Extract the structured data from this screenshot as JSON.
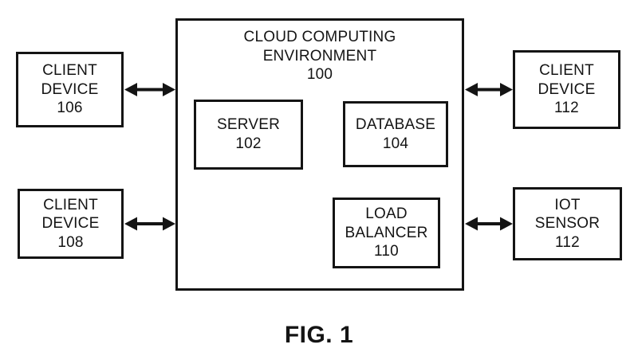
{
  "figure_caption": "FIG. 1",
  "cloud": {
    "title": [
      "CLOUD COMPUTING",
      "ENVIRONMENT"
    ],
    "ref": "100"
  },
  "nodes": {
    "client_106": {
      "lines": [
        "CLIENT",
        "DEVICE"
      ],
      "ref": "106"
    },
    "client_108": {
      "lines": [
        "CLIENT",
        "DEVICE"
      ],
      "ref": "108"
    },
    "client_112": {
      "lines": [
        "CLIENT",
        "DEVICE"
      ],
      "ref": "112"
    },
    "iot_sensor": {
      "lines": [
        "IOT",
        "SENSOR"
      ],
      "ref": "112"
    },
    "server": {
      "lines": [
        "SERVER"
      ],
      "ref": "102"
    },
    "database": {
      "lines": [
        "DATABASE"
      ],
      "ref": "104"
    },
    "load_balancer": {
      "lines": [
        "LOAD",
        "BALANCER"
      ],
      "ref": "110"
    }
  },
  "connections": [
    {
      "from": "client_device_106",
      "to": "cloud_computing_environment_100",
      "type": "bidirectional-arrow"
    },
    {
      "from": "client_device_108",
      "to": "cloud_computing_environment_100",
      "type": "bidirectional-arrow"
    },
    {
      "from": "client_device_112",
      "to": "cloud_computing_environment_100",
      "type": "bidirectional-arrow"
    },
    {
      "from": "iot_sensor_112",
      "to": "cloud_computing_environment_100",
      "type": "bidirectional-arrow"
    },
    {
      "from": "server_102",
      "to": "database_104",
      "type": "dashed-line"
    },
    {
      "from": "server_102",
      "to": "load_balancer_110",
      "type": "dashed-line"
    }
  ],
  "colors": {
    "line": "#141414",
    "background": "#ffffff"
  }
}
